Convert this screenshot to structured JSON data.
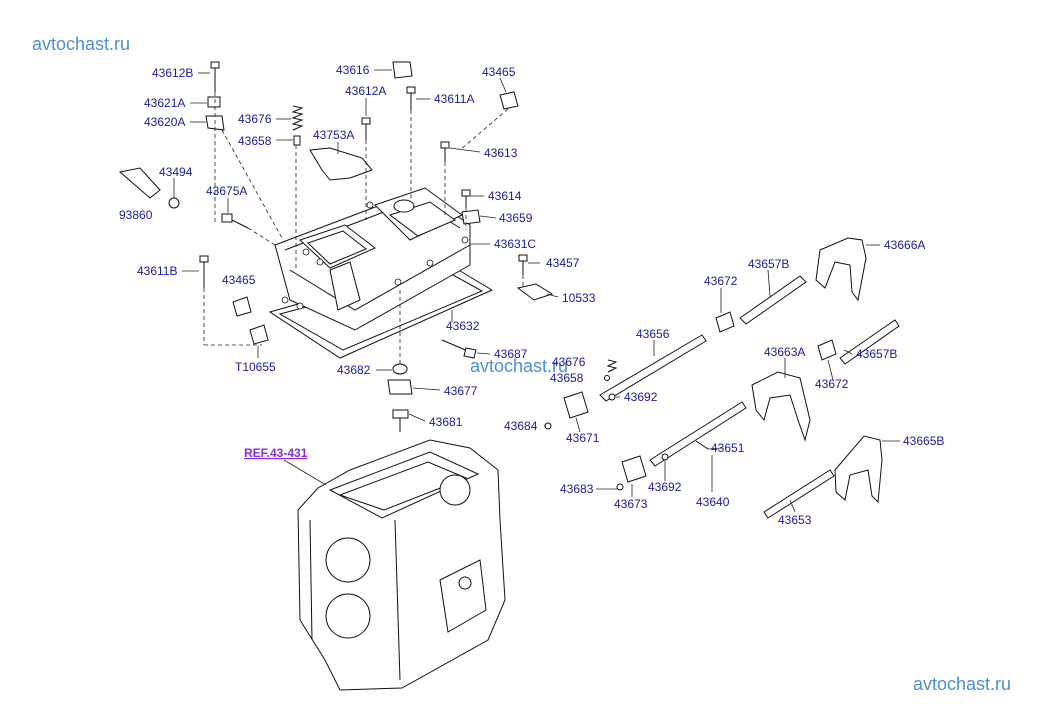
{
  "watermark": {
    "top": "avtochast.ru",
    "center": "avtochast.ru",
    "bottom": "avtochast.ru"
  },
  "ref_label": "REF.43-431",
  "parts": {
    "p43612B": "43612B",
    "p43621A": "43621A",
    "p43620A": "43620A",
    "p43616": "43616",
    "p43612A": "43612A",
    "p43611A": "43611A",
    "p43465a": "43465",
    "p43676a": "43676",
    "p43658a": "43658",
    "p43753A": "43753A",
    "p43613": "43613",
    "p43494": "43494",
    "p93860": "93860",
    "p43675A": "43675A",
    "p43614": "43614",
    "p43659": "43659",
    "p43631C": "43631C",
    "p43611B": "43611B",
    "p43465b": "43465",
    "p43457": "43457",
    "p10533": "10533",
    "p43632": "43632",
    "pT10655": "T10655",
    "p43687": "43687",
    "p43682": "43682",
    "p43677": "43677",
    "p43681": "43681",
    "p43676b": "43676",
    "p43658b": "43658",
    "p43656": "43656",
    "p43672a": "43672",
    "p43657B_a": "43657B",
    "p43666A": "43666A",
    "p43663A": "43663A",
    "p43657B_b": "43657B",
    "p43672b": "43672",
    "p43692a": "43692",
    "p43684": "43684",
    "p43671": "43671",
    "p43651": "43651",
    "p43665B": "43665B",
    "p43683": "43683",
    "p43673": "43673",
    "p43692b": "43692",
    "p43640": "43640",
    "p43653": "43653"
  }
}
